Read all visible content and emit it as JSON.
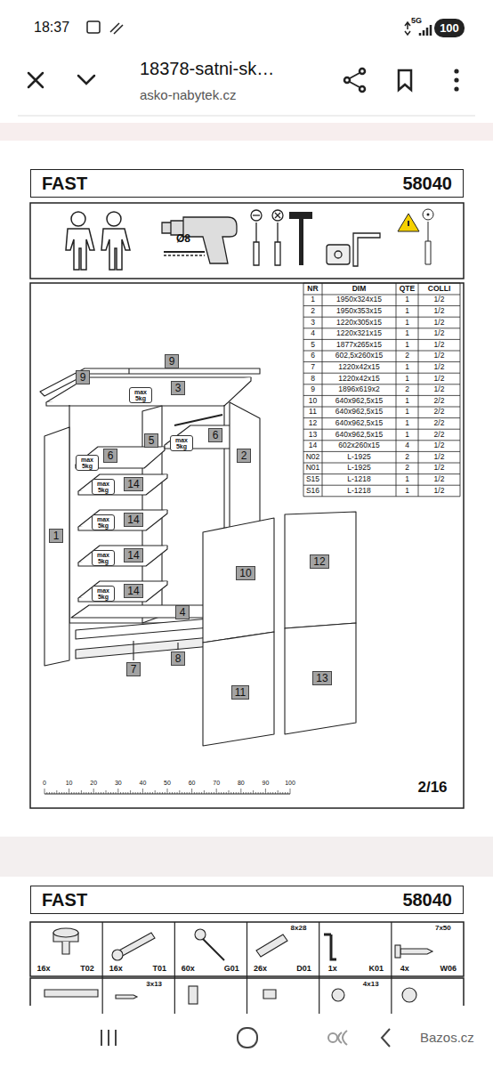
{
  "diagram": {
    "nodes": [
      {
        "text": [
          "FAST",
          "58040"
        ]
      },
      {
        "text": [
          "9"
        ]
      },
      {
        "text": [
          "9"
        ]
      },
      {
        "text": [
          "3"
        ]
      },
      {
        "text": [
          "5"
        ]
      },
      {
        "text": [
          "6"
        ]
      },
      {
        "text": [
          "6"
        ]
      },
      {
        "text": [
          "2"
        ]
      },
      {
        "text": [
          "14"
        ]
      },
      {
        "text": [
          "1"
        ]
      },
      {
        "text": [
          "14"
        ]
      },
      {
        "text": [
          "14"
        ]
      },
      {
        "text": [
          "12"
        ]
      },
      {
        "text": [
          "10"
        ]
      },
      {
        "text": [
          "14"
        ]
      },
      {
        "text": [
          "4"
        ]
      },
      {
        "text": [
          "8"
        ]
      },
      {
        "text": [
          "7"
        ]
      },
      {
        "text": [
          "13"
        ]
      },
      {
        "text": [
          "11"
        ]
      },
      {
        "text": [
          "FAST",
          "58040"
        ]
      }
    ],
    "labels": [
      "18:37",
      "5G",
      "100",
      "18378-satni-sk…",
      "asko-nabytek.cz",
      "Ø8",
      "NR",
      "DIM",
      "QTE",
      "COLLI",
      "1",
      "1950x324x15",
      "1",
      "1/2",
      "2",
      "1950x353x15",
      "1",
      "1/2",
      "3",
      "1220x305x15",
      "1",
      "1/2",
      "4",
      "1220x321x15",
      "1",
      "1/2",
      "5",
      "1877x265x15",
      "1",
      "1/2",
      "6",
      "602,5x260x15",
      "2",
      "1/2",
      "7",
      "1220x42x15",
      "1",
      "1/2",
      "8",
      "1220x42x15",
      "1",
      "1/2",
      "9",
      "1896x619x2",
      "2",
      "1/2",
      "10",
      "640x962,5x15",
      "1",
      "2/2",
      "11",
      "640x962,5x15",
      "1",
      "2/2",
      "12",
      "640x962,5x15",
      "1",
      "2/2",
      "13",
      "640x962,5x15",
      "1",
      "2/2",
      "14",
      "602x260x15",
      "4",
      "1/2",
      "N02",
      "L-1925",
      "2",
      "1/2",
      "N01",
      "L-1925",
      "2",
      "1/2",
      "S15",
      "L-1218",
      "1",
      "1/2",
      "S16",
      "L-1218",
      "1",
      "1/2",
      "max 5kg",
      "max 5kg",
      "max 5kg",
      "max 5kg",
      "max 5kg",
      "max 5kg",
      "max 5kg",
      "0",
      "10",
      "20",
      "30",
      "40",
      "50",
      "60",
      "70",
      "80",
      "90",
      "100",
      "2/16",
      "16x",
      "T02",
      "16x",
      "T01",
      "60x",
      "G01",
      "8x28",
      "26x",
      "D01",
      "1x",
      "K01",
      "7x50",
      "4x",
      "W06",
      "3x13",
      "4x13",
      "Bazos.cz"
    ]
  }
}
